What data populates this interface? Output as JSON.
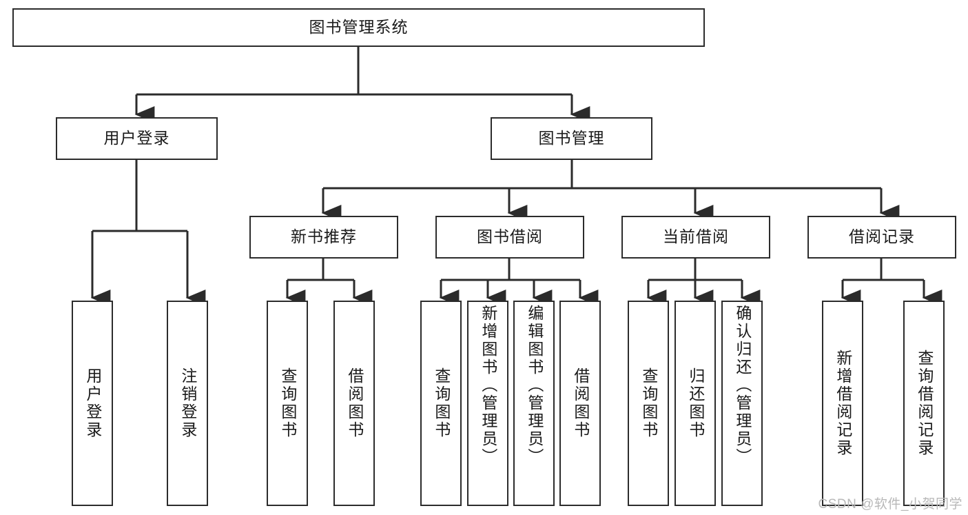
{
  "diagram": {
    "title": "图书管理系统",
    "type": "function-structure-tree",
    "watermark": "CSDN @软件_小贺同学",
    "colors": {
      "box_border": "#2b2b2b",
      "box_fill": "#ffffff",
      "connector": "#2b2b2b",
      "text": "#1a1a1a",
      "watermark": "#b8b8b8"
    },
    "root": {
      "label": "图书管理系统"
    },
    "level2": [
      {
        "label": "用户登录"
      },
      {
        "label": "图书管理"
      }
    ],
    "level3": [
      {
        "label": "新书推荐"
      },
      {
        "label": "图书借阅"
      },
      {
        "label": "当前借阅"
      },
      {
        "label": "借阅记录"
      }
    ],
    "leaves": {
      "user_login": [
        {
          "label": "用户登录"
        },
        {
          "label": "注销登录"
        }
      ],
      "new_book_recommend": [
        {
          "label": "查询图书"
        },
        {
          "label": "借阅图书"
        }
      ],
      "book_borrow": [
        {
          "label": "查询图书"
        },
        {
          "label": "新增图书（管理员）"
        },
        {
          "label": "编辑图书（管理员）"
        },
        {
          "label": "借阅图书"
        }
      ],
      "current_borrow": [
        {
          "label": "查询图书"
        },
        {
          "label": "归还图书"
        },
        {
          "label": "确认归还（管理员）"
        }
      ],
      "borrow_records": [
        {
          "label": "新增借阅记录"
        },
        {
          "label": "查询借阅记录"
        }
      ]
    }
  }
}
